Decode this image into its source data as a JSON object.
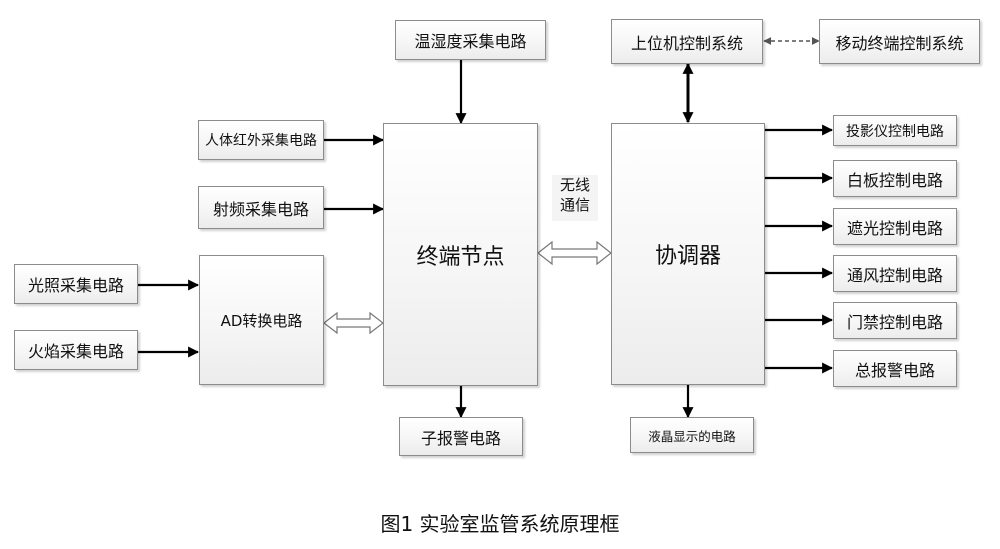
{
  "nodes": {
    "temp_humidity": "温湿度采集电路",
    "infrared": "人体红外采集电路",
    "rf": "射频采集电路",
    "light": "光照采集电路",
    "flame": "火焰采集电路",
    "ad_converter": "AD转换电路",
    "terminal_node": "终端节点",
    "sub_alarm": "子报警电路",
    "wireless_line1": "无线",
    "wireless_line2": "通信",
    "coordinator": "协调器",
    "host_control": "上位机控制系统",
    "mobile_control": "移动终端控制系统",
    "projector": "投影仪控制电路",
    "whiteboard": "白板控制电路",
    "shading": "遮光控制电路",
    "ventilation": "通风控制电路",
    "access": "门禁控制电路",
    "main_alarm": "总报警电路",
    "lcd": "液晶显示的电路"
  },
  "caption": "图1  实验室监管系统原理框"
}
